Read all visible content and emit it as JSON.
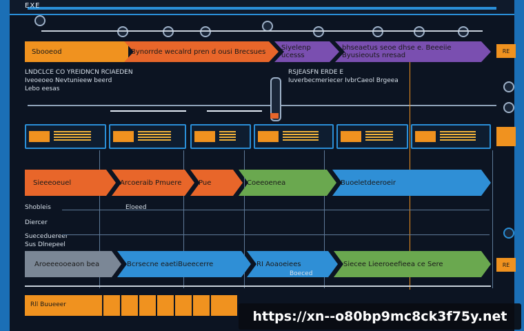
{
  "window": {
    "title": "EXE"
  },
  "header": {
    "segments": [
      {
        "label": "Sbooeod",
        "color": "#f0921f"
      },
      {
        "label": "Bynorrde wecalrd pren d ousi Brecsues",
        "color": "#e8662a"
      },
      {
        "label": "Siyelenp ucesss",
        "color": "#7a4fb0"
      },
      {
        "label": "bhseaetus seoe dhse e. Beeeiie Byusieouts nresad",
        "color": "#7a4fb0"
      }
    ],
    "side_label": "RE"
  },
  "info": {
    "left_line1": "LNDCLCE CO YREIDNCN RCIAEDEN",
    "left_line2": "Iveoeoeo Nevtunieew beerd",
    "left_line3": "Lebo eesas",
    "mid_line1": "RSJEASFN ERDE E",
    "mid_line2": "Iuverbecmeriecer IvbrCaeol Brgeea"
  },
  "bus": {
    "segments": [
      {
        "label": "Sieeeoeuel",
        "color": "#e8662a"
      },
      {
        "label": "Arcoeraib Pmuere",
        "color": "#e8662a"
      },
      {
        "label": "Pue",
        "color": "#e8662a"
      },
      {
        "label": "Coeeoenea",
        "color": "#6aa84f"
      },
      {
        "label": "Buoeletdeeroeir",
        "color": "#2f8fd6"
      }
    ]
  },
  "labels": {
    "a": "Shobleis",
    "b": "Diercer",
    "c": "Sueceduereer",
    "d": "Sus Dlnepeel",
    "e": "Eloeed"
  },
  "row2": {
    "segments": [
      {
        "label": "Aroeeeooeaon bea",
        "color": "#7b8796"
      },
      {
        "label": "Bcrsecne eaetiBueecerre",
        "color": "#2f8fd6"
      },
      {
        "label": "RI Aoaoeiees",
        "color": "#2f8fd6"
      },
      {
        "label": "Siecee  Lieeroeefieea ce Sere",
        "color": "#6aa84f"
      }
    ],
    "side_label": "RE",
    "sub_label": "Boeced"
  },
  "timeline": {
    "label": "Rll Buueeer"
  },
  "watermark": "https://xn--o80bp9mc8ck3f75y.net",
  "colors": {
    "orange": "#f0921f",
    "red": "#e8662a",
    "purple": "#7a4fb0",
    "green": "#6aa84f",
    "blue": "#2f8fd6",
    "frame": "#1b6fb6"
  }
}
